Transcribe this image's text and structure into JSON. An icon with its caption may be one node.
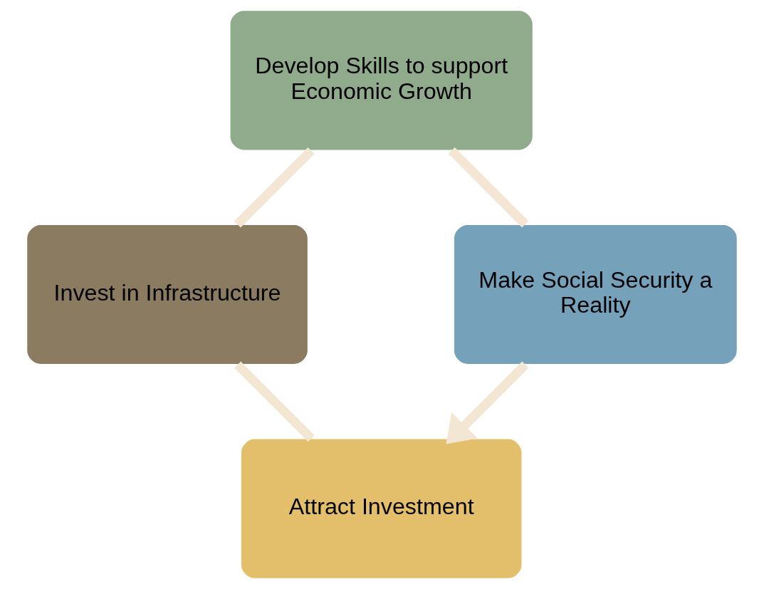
{
  "diagram": {
    "nodes": [
      {
        "text": [
          "Attract Investment"
        ]
      },
      {
        "text": [
          "Invest in Infrastructure"
        ]
      },
      {
        "text": [
          "Develop Skills to support Economic Growth"
        ]
      },
      {
        "text": [
          "Make Social Security a Reality"
        ]
      }
    ],
    "edges": [
      {
        "from": 0,
        "to": 1,
        "arrow": "none"
      },
      {
        "from": 1,
        "to": 2,
        "arrow": "none"
      },
      {
        "from": 2,
        "to": 3,
        "arrow": "none"
      },
      {
        "from": 3,
        "to": 0,
        "arrow": "to"
      }
    ]
  }
}
